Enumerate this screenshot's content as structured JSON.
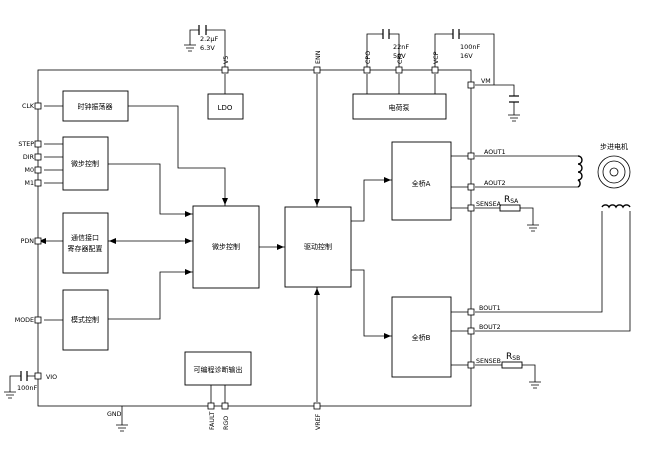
{
  "pins": {
    "clk": "CLK",
    "step": "STEP",
    "dir": "DIR",
    "m0": "M0",
    "m1": "M1",
    "pdn": "PDN",
    "mode": "MODE",
    "vio": "VIO",
    "gnd": "GND",
    "fault": "FAULT",
    "rgo": "RGO",
    "vref": "VREF",
    "v5": "V5",
    "enn": "ENN",
    "cpo": "CPO",
    "cpi": "CPI",
    "vcp": "VCP",
    "vm": "VM",
    "aout1": "AOUT1",
    "aout2": "AOUT2",
    "sensea": "SENSEA",
    "bout1": "BOUT1",
    "bout2": "BOUT2",
    "senseb": "SENSEB"
  },
  "blocks": {
    "oscillator": "时钟振荡器",
    "microstep_ctrl_left": "微步控制",
    "comm_register_line1": "通信接口",
    "comm_register_line2": "寄存器配置",
    "mode_ctrl": "模式控制",
    "microstep_ctrl_center": "微步控制",
    "drive_ctrl": "驱动控制",
    "ldo": "LDO",
    "charge_pump": "电荷泵",
    "bridge_a": "全桥A",
    "bridge_b": "全桥B",
    "diag_output": "可编程诊断输出"
  },
  "components": {
    "cap_v5_value": "2.2μF",
    "cap_v5_voltage": "6.3V",
    "cap_cp_value": "22nF",
    "cap_cp_voltage": "50V",
    "cap_vcp_value": "100nF",
    "cap_vcp_voltage": "16V",
    "cap_vio_value": "100nF",
    "rsa_main": "R",
    "rsa_sub": "SA",
    "rsb_main": "R",
    "rsb_sub": "SB",
    "motor_label": "步进电机"
  }
}
